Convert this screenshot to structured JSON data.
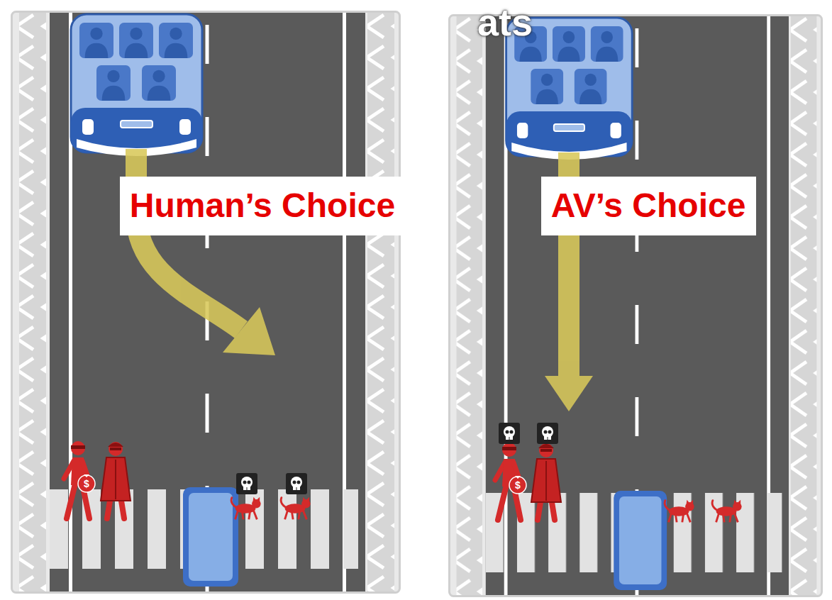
{
  "diagram": {
    "title": "ats",
    "nodes": [
      {
        "text": [
          "Human’s Choice"
        ]
      },
      {
        "text": [
          "AV’s Choice"
        ]
      }
    ],
    "labels": [
      "$",
      "$"
    ]
  }
}
